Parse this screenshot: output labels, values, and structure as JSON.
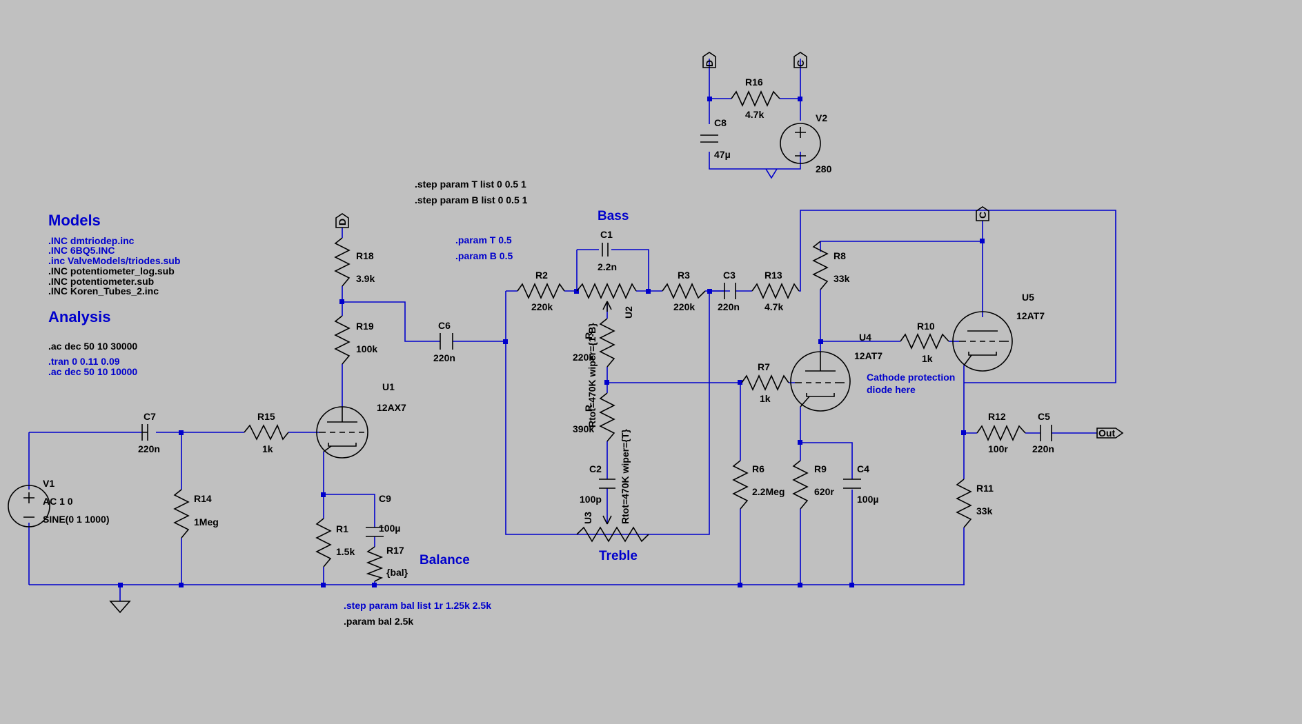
{
  "headings": {
    "models": "Models",
    "analysis": "Analysis",
    "bass": "Bass",
    "treble": "Treble",
    "balance": "Balance"
  },
  "models_includes": [
    ".INC dmtriodep.inc",
    ".INC 6BQ5.INC",
    ".inc ValveModels/triodes.sub",
    ".INC potentiometer_log.sub",
    ".INC potentiometer.sub",
    ".INC Koren_Tubes_2.inc"
  ],
  "analysis_directives": {
    "ac1": ".ac dec 50 10 30000",
    "tran": ".tran 0 0.11 0.09",
    "ac2": ".ac dec 50 10 10000"
  },
  "step_directives": {
    "step_t": ".step param T list 0 0.5 1",
    "step_b": ".step param B list 0 0.5 1",
    "param_t": ".param T 0.5",
    "param_b": ".param B 0.5",
    "step_bal": ".step param bal list 1r 1.25k 2.5k",
    "param_bal": ".param bal 2.5k"
  },
  "note": {
    "line1": "Cathode protection",
    "line2": "diode here"
  },
  "nets": {
    "D": "D",
    "C": "C",
    "out": "Out"
  },
  "components": {
    "R16": {
      "ref": "R16",
      "value": "4.7k"
    },
    "C8": {
      "ref": "C8",
      "value": "47µ"
    },
    "V2": {
      "ref": "V2",
      "value": "280"
    },
    "R18": {
      "ref": "R18",
      "value": "3.9k"
    },
    "R19": {
      "ref": "R19",
      "value": "100k"
    },
    "C6": {
      "ref": "C6",
      "value": "220n"
    },
    "U1": {
      "ref": "U1",
      "value": "12AX7"
    },
    "C7": {
      "ref": "C7",
      "value": "220n"
    },
    "R15": {
      "ref": "R15",
      "value": "1k"
    },
    "R14": {
      "ref": "R14",
      "value": "1Meg"
    },
    "V1": {
      "ref": "V1",
      "value1": "AC 1 0",
      "value2": "SINE(0 1 1000)"
    },
    "R1": {
      "ref": "R1",
      "value": "1.5k"
    },
    "C9": {
      "ref": "C9",
      "value": "100µ"
    },
    "R17": {
      "ref": "R17",
      "value": "{bal}"
    },
    "C1": {
      "ref": "C1",
      "value": "2.2n"
    },
    "R2": {
      "ref": "R2",
      "value": "220k"
    },
    "R3": {
      "ref": "R3",
      "value": "220k"
    },
    "U2": {
      "ref": "U2",
      "value": "Rtot=470K wiper={1-B}"
    },
    "R4": {
      "ref": "R",
      "value": "220k"
    },
    "R5": {
      "ref": "R",
      "value": "390k"
    },
    "C2": {
      "ref": "C2",
      "value": "100p"
    },
    "U3": {
      "ref": "U3",
      "value": "Rtot=470K wiper={T}"
    },
    "C3": {
      "ref": "C3",
      "value": "220n"
    },
    "R13": {
      "ref": "R13",
      "value": "4.7k"
    },
    "R8": {
      "ref": "R8",
      "value": "33k"
    },
    "R7": {
      "ref": "R7",
      "value": "1k"
    },
    "R6": {
      "ref": "R6",
      "value": "2.2Meg"
    },
    "U4": {
      "ref": "U4",
      "value": "12AT7"
    },
    "R9": {
      "ref": "R9",
      "value": "620r"
    },
    "C4": {
      "ref": "C4",
      "value": "100µ"
    },
    "R10": {
      "ref": "R10",
      "value": "1k"
    },
    "U5": {
      "ref": "U5",
      "value": "12AT7"
    },
    "R12": {
      "ref": "R12",
      "value": "100r"
    },
    "C5": {
      "ref": "C5",
      "value": "220n"
    },
    "R11": {
      "ref": "R11",
      "value": "33k"
    }
  },
  "colors": {
    "background": "#c0c0c0",
    "wire": "#0000cc",
    "component": "#000000",
    "directive": "#0000cc"
  }
}
